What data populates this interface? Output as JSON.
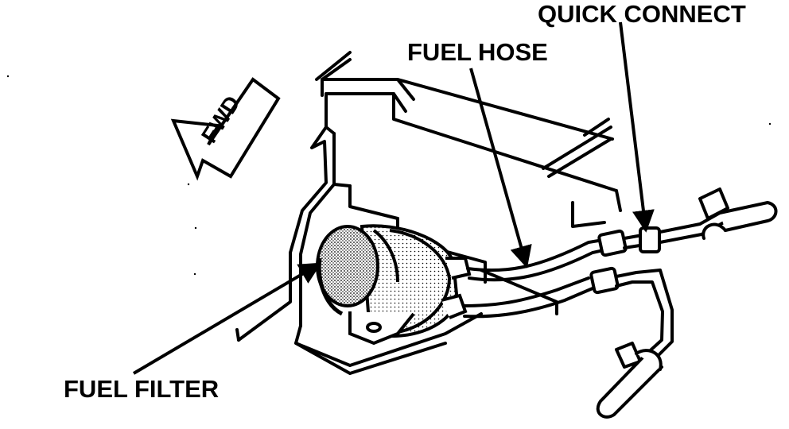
{
  "labels": {
    "quick_connect": "QUICK CONNECT",
    "fuel_hose": "FUEL HOSE",
    "fuel_filter": "FUEL FILTER",
    "fwd": "FWD"
  },
  "colors": {
    "ink": "#000000",
    "paper": "#ffffff",
    "filter_shade": "#8a8a8a"
  }
}
